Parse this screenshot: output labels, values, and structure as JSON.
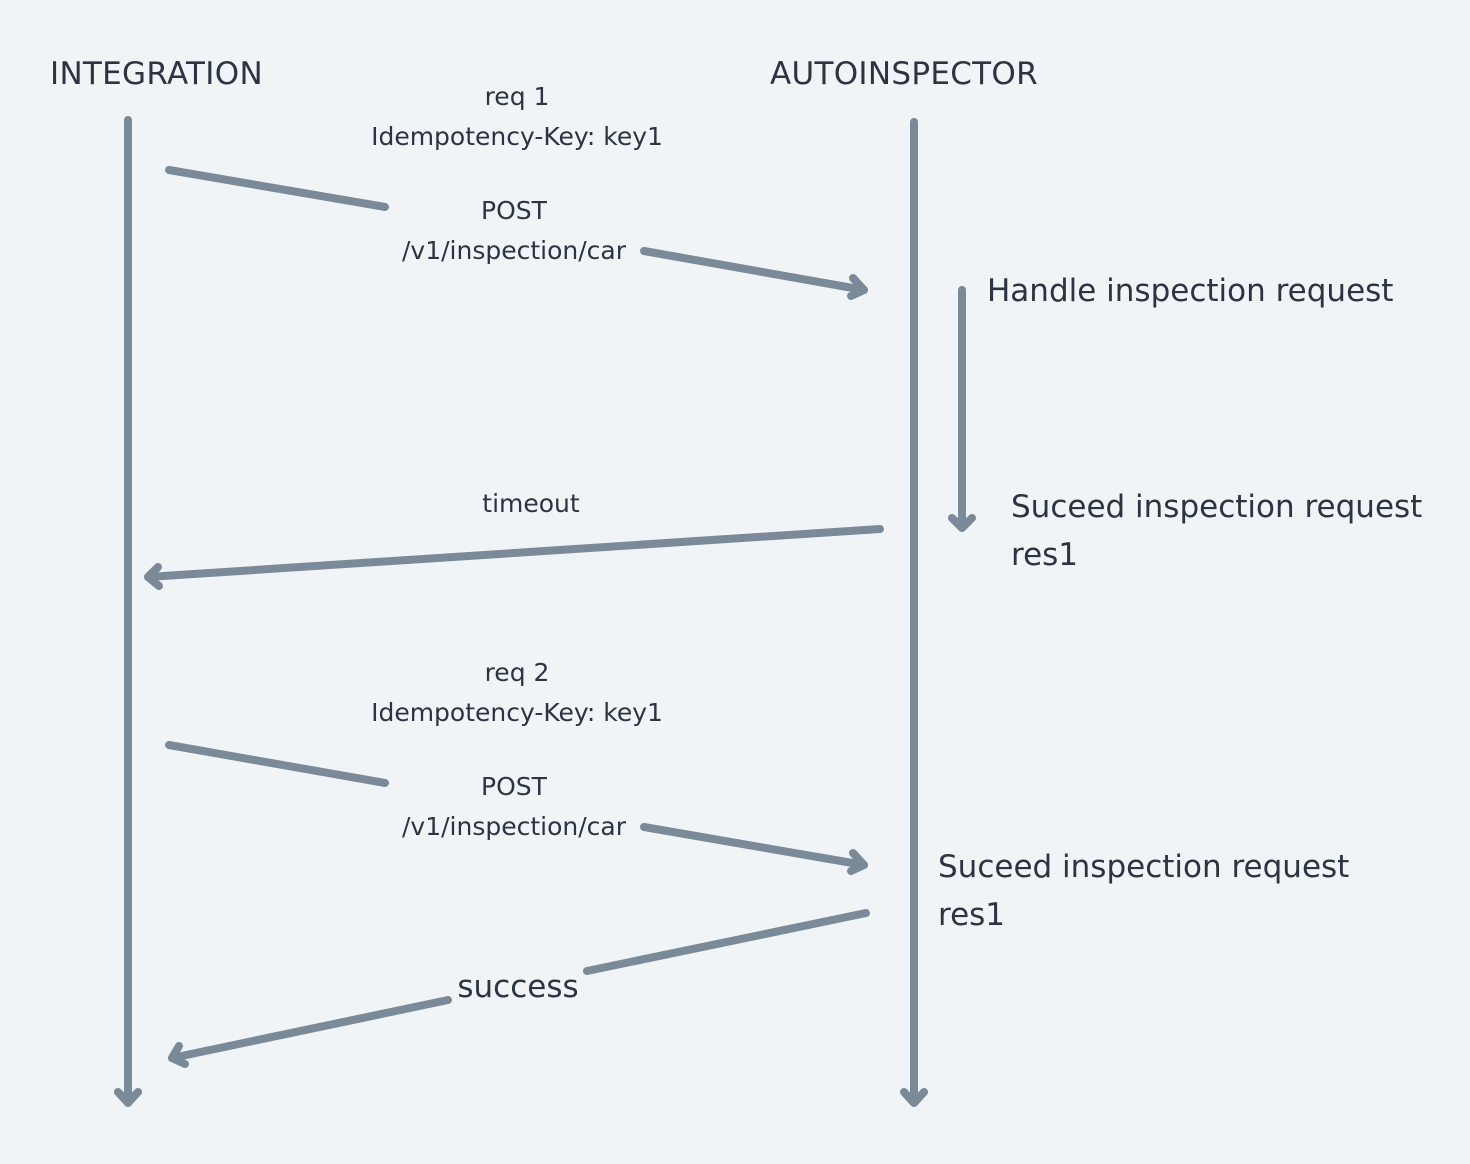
{
  "actors": {
    "left": "INTEGRATION",
    "right": "AUTOINSPECTOR"
  },
  "messages": {
    "req1_title": "req 1",
    "req1_header": "Idempotency-Key: key1",
    "req1_method": "POST",
    "req1_path": "/v1/inspection/car",
    "timeout": "timeout",
    "req2_title": "req 2",
    "req2_header": "Idempotency-Key: key1",
    "req2_method": "POST",
    "req2_path": "/v1/inspection/car",
    "success": "success"
  },
  "notes": {
    "handle": "Handle inspection request",
    "succeed1_line1": "Suceed inspection request",
    "succeed1_line2": "res1",
    "succeed2_line1": "Suceed inspection request",
    "succeed2_line2": "res1"
  },
  "colors": {
    "background": "#f0f4f7",
    "lines": "#7a8a99",
    "text": "#2b3440"
  }
}
